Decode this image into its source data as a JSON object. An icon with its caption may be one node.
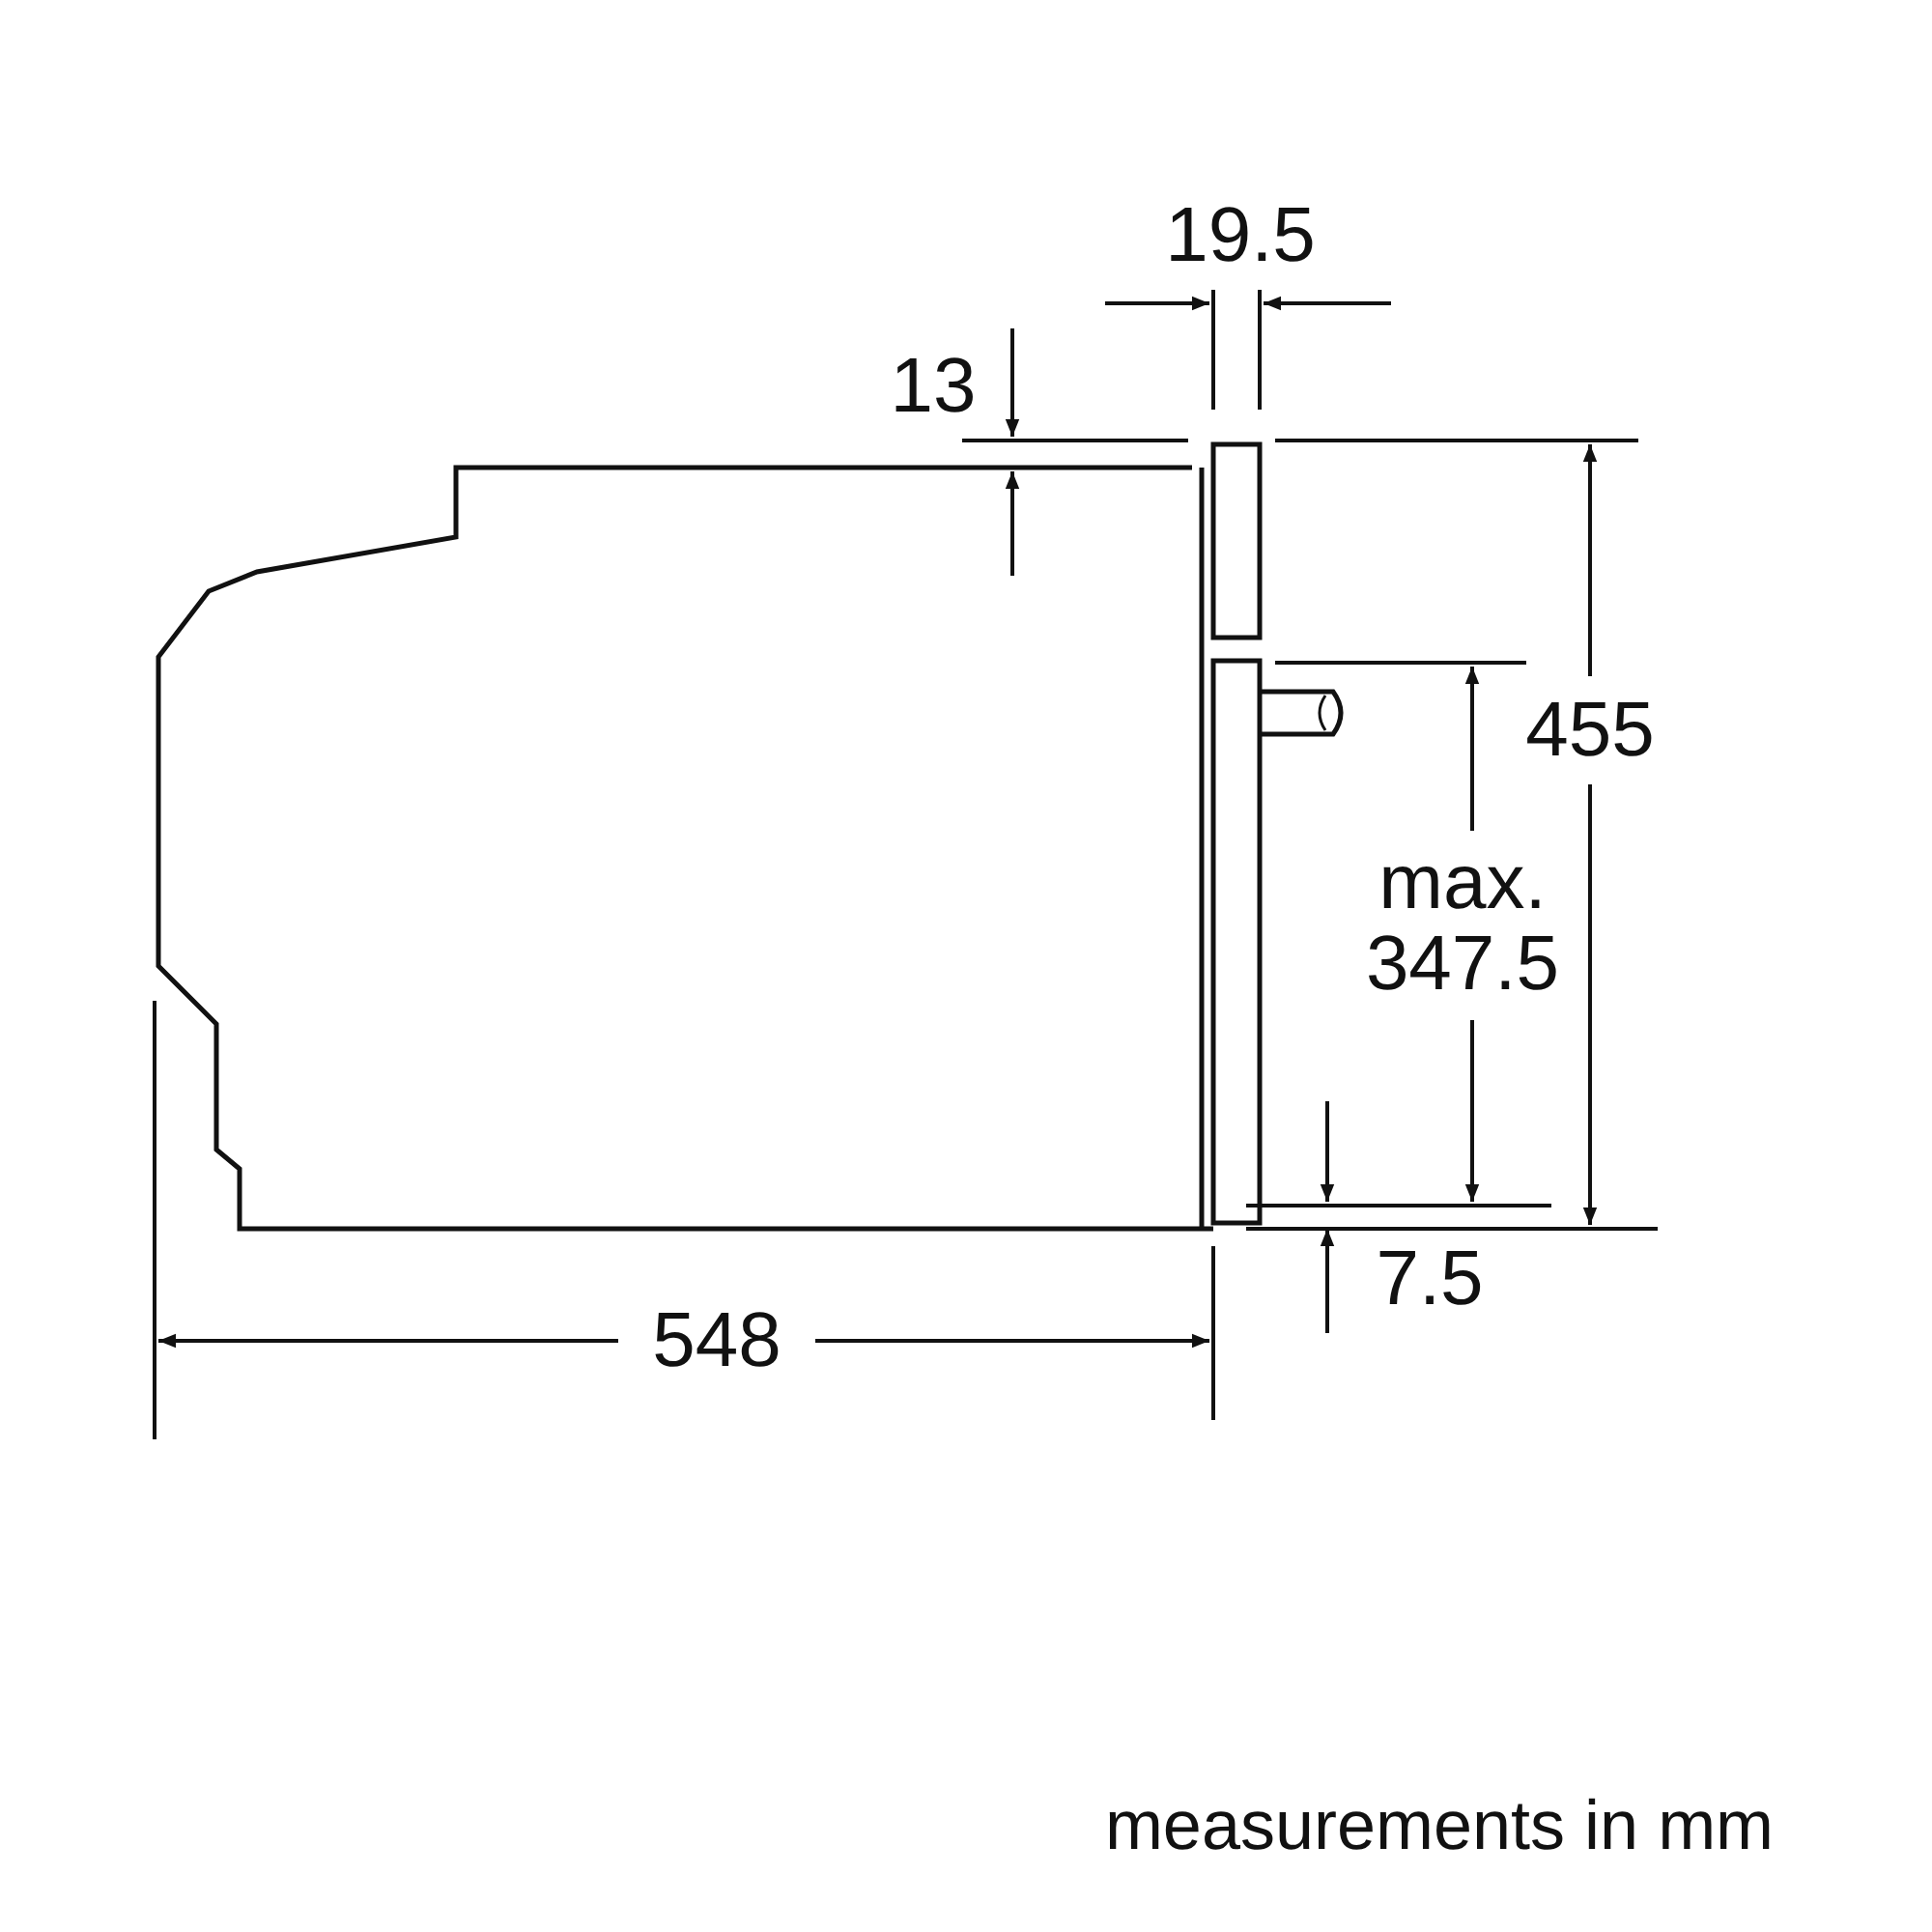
{
  "diagram": {
    "labels": [
      "19.5",
      "13",
      "455",
      "max. 347.5",
      "7.5",
      "548",
      "measurements in mm"
    ]
  }
}
